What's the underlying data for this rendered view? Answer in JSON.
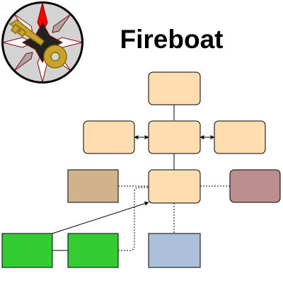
{
  "header": {
    "title": "Fireboat"
  },
  "logo": {
    "icon": "compass-star-key-icon",
    "colors": {
      "ring": "#000000",
      "face": "#d3d3d3",
      "star_red": "#ff0000",
      "star_white": "#ffffff",
      "star_gray": "#a9a9a9",
      "key": "#c9a227"
    }
  },
  "diagram": {
    "nodes": [
      {
        "id": "top",
        "fill": "#fedeb0"
      },
      {
        "id": "mid-left",
        "fill": "#fedeb0"
      },
      {
        "id": "mid-center",
        "fill": "#fedeb0"
      },
      {
        "id": "mid-right",
        "fill": "#fedeb0"
      },
      {
        "id": "low-left",
        "fill": "#d1b38b"
      },
      {
        "id": "low-center",
        "fill": "#fedeb0"
      },
      {
        "id": "low-right",
        "fill": "#bc8e8e"
      },
      {
        "id": "green-left",
        "fill": "#33cc33"
      },
      {
        "id": "green-right",
        "fill": "#33cc33"
      },
      {
        "id": "blue",
        "fill": "#adc0d9"
      }
    ],
    "edges": [
      {
        "from": "top",
        "to": "mid-center",
        "style": "solid",
        "arrow": "none"
      },
      {
        "from": "mid-left",
        "to": "mid-center",
        "style": "solid",
        "arrow": "both"
      },
      {
        "from": "mid-center",
        "to": "mid-right",
        "style": "solid",
        "arrow": "both"
      },
      {
        "from": "mid-center",
        "to": "low-center",
        "style": "solid",
        "arrow": "none"
      },
      {
        "from": "low-left",
        "to": "low-center",
        "style": "dotted",
        "arrow": "none"
      },
      {
        "from": "low-center",
        "to": "low-right",
        "style": "dotted",
        "arrow": "none"
      },
      {
        "from": "low-center",
        "to": "blue",
        "style": "dotted",
        "arrow": "none"
      },
      {
        "from": "green-left",
        "to": "green-right",
        "style": "solid",
        "arrow": "none"
      },
      {
        "from": "green-left",
        "to": "low-center",
        "style": "solid",
        "arrow": "end"
      },
      {
        "from": "green-right",
        "to": "low-center",
        "style": "dotted",
        "arrow": "none"
      }
    ]
  }
}
